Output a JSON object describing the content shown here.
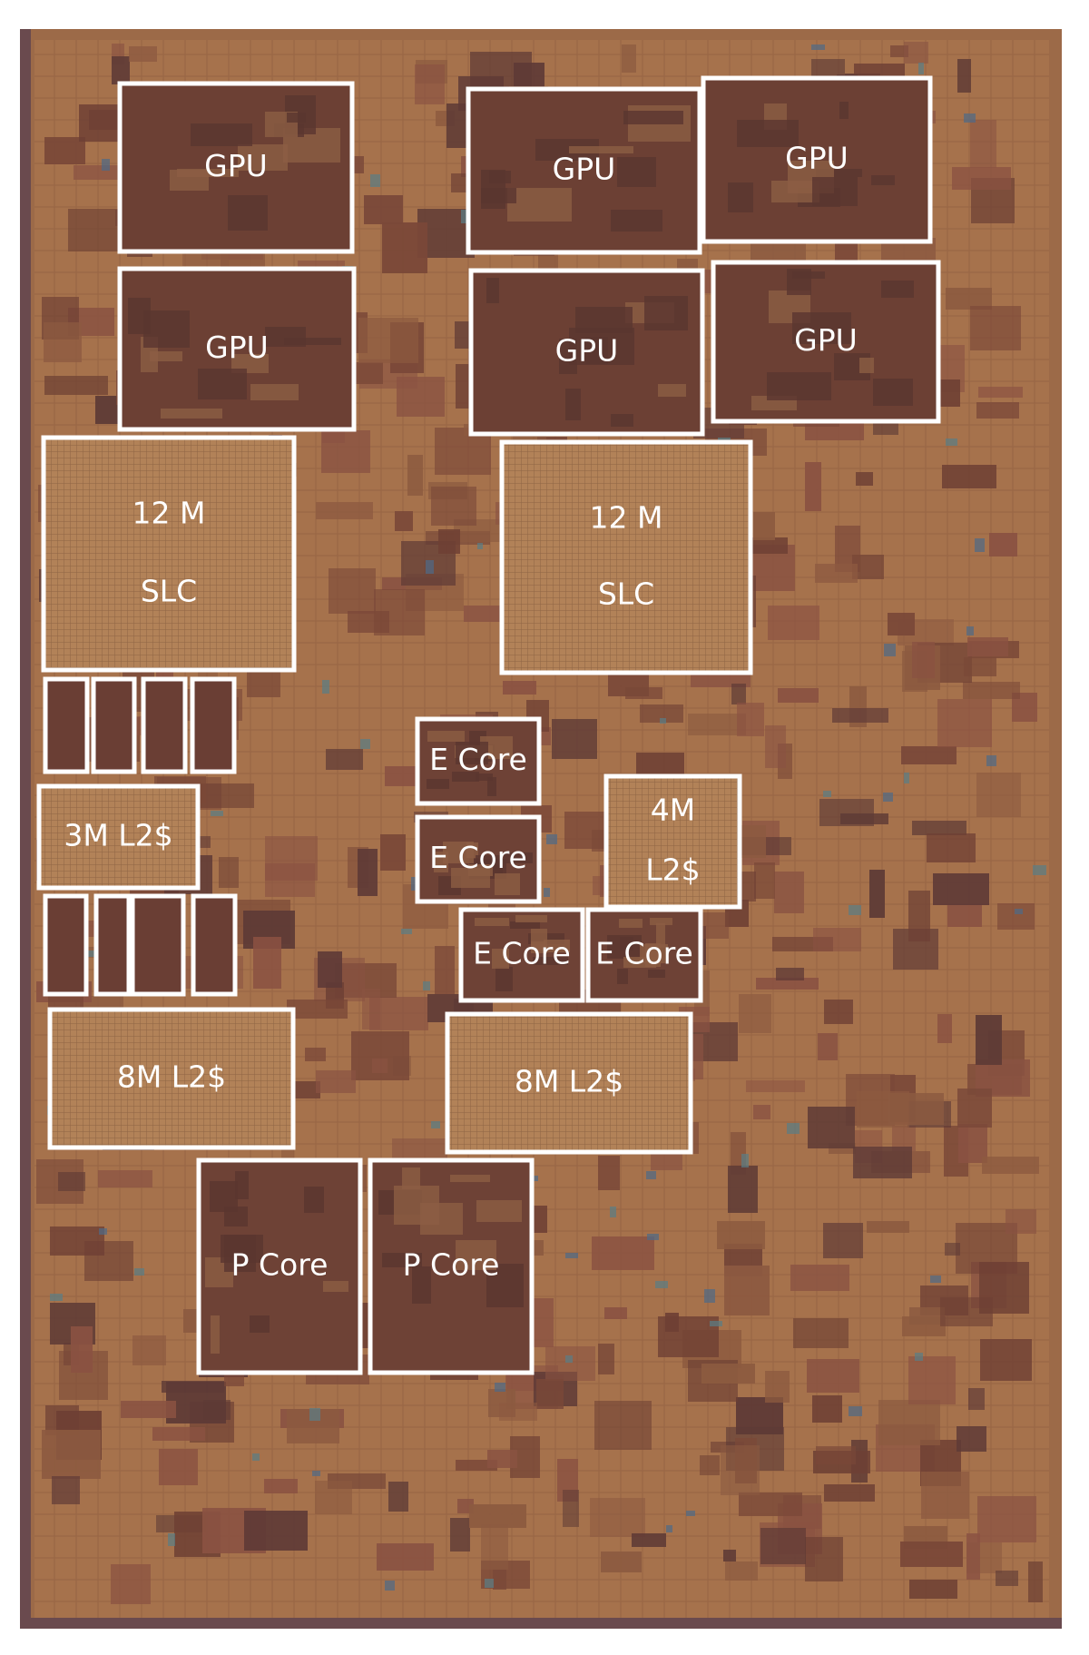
{
  "colors": {
    "die_base": "#a8744e",
    "die_dark": "#6e4034",
    "die_mid": "#8c5a40",
    "die_light": "#b98a62",
    "outline": "#ffffff",
    "label": "#ffffff"
  },
  "blocks": [
    {
      "id": "gpu-1",
      "kind": "gpu",
      "lines": [
        "GPU"
      ]
    },
    {
      "id": "gpu-2",
      "kind": "gpu",
      "lines": [
        "GPU"
      ]
    },
    {
      "id": "gpu-3",
      "kind": "gpu",
      "lines": [
        "GPU"
      ]
    },
    {
      "id": "gpu-4",
      "kind": "gpu",
      "lines": [
        "GPU"
      ]
    },
    {
      "id": "gpu-5",
      "kind": "gpu",
      "lines": [
        "GPU"
      ]
    },
    {
      "id": "gpu-6",
      "kind": "gpu",
      "lines": [
        "GPU"
      ]
    },
    {
      "id": "slc-left",
      "kind": "cache",
      "lines": [
        "12 M",
        "SLC"
      ]
    },
    {
      "id": "slc-right",
      "kind": "cache",
      "lines": [
        "12 M",
        "SLC"
      ]
    },
    {
      "id": "cell-a1",
      "kind": "cell",
      "lines": []
    },
    {
      "id": "cell-a2",
      "kind": "cell",
      "lines": []
    },
    {
      "id": "cell-a3",
      "kind": "cell",
      "lines": []
    },
    {
      "id": "cell-a4",
      "kind": "cell",
      "lines": []
    },
    {
      "id": "l2-3m",
      "kind": "cache",
      "lines": [
        "3M L2$"
      ]
    },
    {
      "id": "cell-b1",
      "kind": "cell",
      "lines": []
    },
    {
      "id": "cell-b2",
      "kind": "cell",
      "lines": []
    },
    {
      "id": "cell-b3",
      "kind": "cell",
      "lines": []
    },
    {
      "id": "cell-b4",
      "kind": "cell",
      "lines": []
    },
    {
      "id": "l2-8m-left",
      "kind": "cache",
      "lines": [
        "8M L2$"
      ]
    },
    {
      "id": "l2-8m-right",
      "kind": "cache",
      "lines": [
        "8M L2$"
      ]
    },
    {
      "id": "e-core-1",
      "kind": "core",
      "lines": [
        "E Core"
      ]
    },
    {
      "id": "e-core-2",
      "kind": "core",
      "lines": [
        "E Core"
      ]
    },
    {
      "id": "e-core-3",
      "kind": "core",
      "lines": [
        "E Core"
      ]
    },
    {
      "id": "e-core-4",
      "kind": "core",
      "lines": [
        "E Core"
      ]
    },
    {
      "id": "l2-4m",
      "kind": "cache",
      "lines": [
        "4M",
        "L2$"
      ]
    },
    {
      "id": "p-core-1",
      "kind": "core",
      "lines": [
        "P Core"
      ]
    },
    {
      "id": "p-core-2",
      "kind": "core",
      "lines": [
        "P Core"
      ]
    }
  ]
}
